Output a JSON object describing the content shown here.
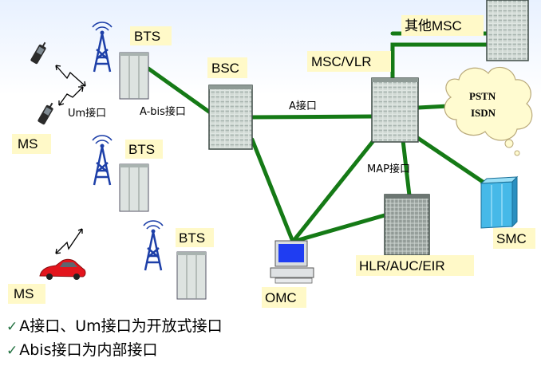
{
  "labels": {
    "bts1": "BTS",
    "bts2": "BTS",
    "bts3": "BTS",
    "bsc": "BSC",
    "msc_vlr": "MSC/VLR",
    "other_msc": "其他MSC",
    "pstn": "PSTN",
    "isdn": "ISDN",
    "smc": "SMC",
    "hlr": "HLR/AUC/EIR",
    "omc": "OMC",
    "ms1": "MS",
    "ms2": "MS",
    "um": "Um接口",
    "abis": "A-bis接口",
    "a_if": "A接口",
    "map": "MAP接口"
  },
  "notes": [
    "A接口、Um接口为开放式接口",
    "Abis接口为内部接口"
  ],
  "colors": {
    "link": "#157a16",
    "label_bg": "#fff9c8",
    "tower": "#1d3fa8",
    "equipment": "#dde3e0",
    "cloud": "#fffbd0"
  },
  "icons": [
    "antenna-tower-icon",
    "mobile-phone-icon",
    "car-icon",
    "computer-terminal-icon",
    "cabinet-icon",
    "cloud-icon",
    "check-icon"
  ]
}
